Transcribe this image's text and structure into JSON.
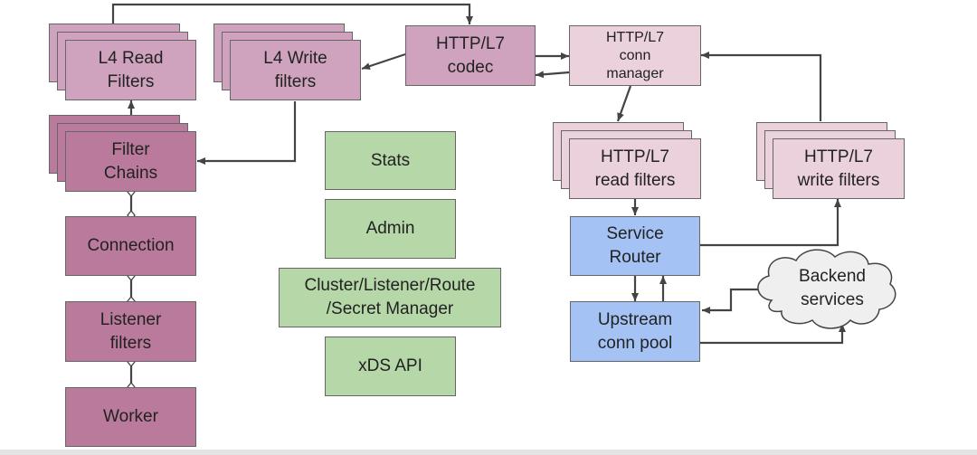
{
  "nodes": {
    "l4_read_filters": "L4 Read\nFilters",
    "l4_write_filters": "L4 Write\nfilters",
    "http_codec": "HTTP/L7\ncodec",
    "http_conn_manager": "HTTP/L7\nconn\nmanager",
    "filter_chains": "Filter\nChains",
    "connection": "Connection",
    "listener_filters": "Listener\nfilters",
    "worker": "Worker",
    "stats": "Stats",
    "admin": "Admin",
    "cluster_manager": "Cluster/Listener/Route\n/Secret Manager",
    "xds_api": "xDS API",
    "http_read_filters": "HTTP/L7\nread filters",
    "http_write_filters": "HTTP/L7\nwrite filters",
    "service_router": "Service\nRouter",
    "upstream_conn_pool": "Upstream\nconn pool",
    "backend_services": "Backend\nservices"
  },
  "colors": {
    "worker_path": "#b97a9c",
    "l4_filters": "#cfa3bd",
    "http_filters": "#ead1dc",
    "control_plane": "#b6d7a8",
    "routing": "#a4c2f4",
    "cloud": "#efefef",
    "connector": "#444444"
  }
}
